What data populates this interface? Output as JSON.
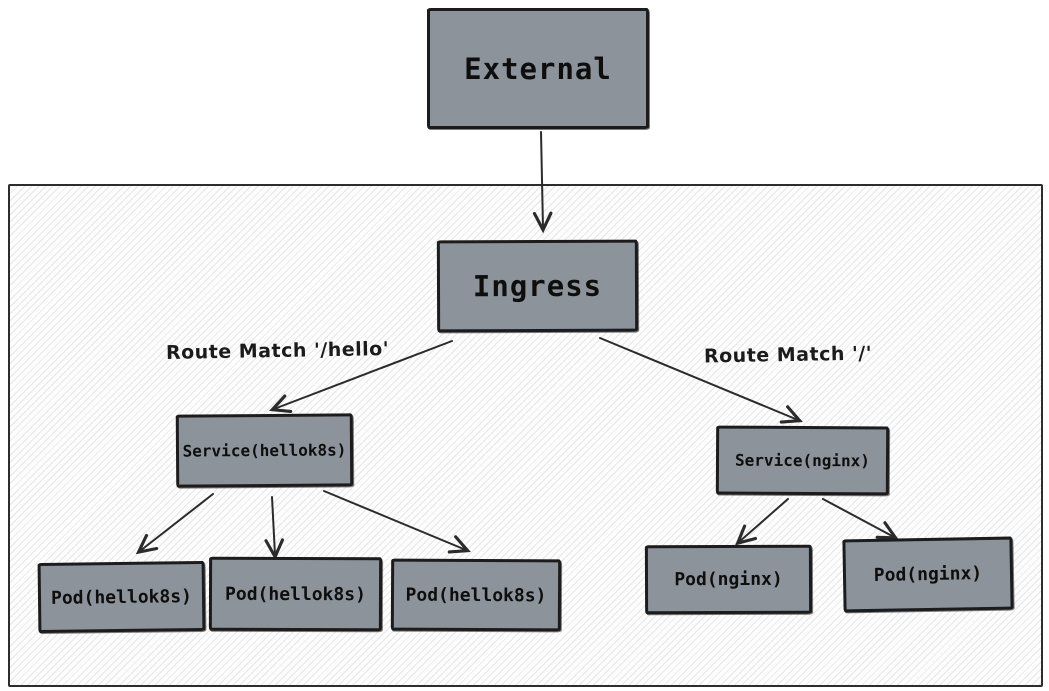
{
  "diagram": {
    "type": "kubernetes-ingress-routing",
    "cluster": {
      "description": "cluster boundary box with diagonal hatch fill"
    },
    "nodes": {
      "external": {
        "label": "External"
      },
      "ingress": {
        "label": "Ingress"
      },
      "service_hellok8s": {
        "label": "Service(hellok8s)"
      },
      "service_nginx": {
        "label": "Service(nginx)"
      },
      "pod_hellok8s_1": {
        "label": "Pod(hellok8s)"
      },
      "pod_hellok8s_2": {
        "label": "Pod(hellok8s)"
      },
      "pod_hellok8s_3": {
        "label": "Pod(hellok8s)"
      },
      "pod_nginx_1": {
        "label": "Pod(nginx)"
      },
      "pod_nginx_2": {
        "label": "Pod(nginx)"
      }
    },
    "edge_labels": {
      "route_hello": "Route Match '/hello'",
      "route_root": "Route Match '/'"
    },
    "edges": [
      {
        "from": "external",
        "to": "ingress",
        "label": ""
      },
      {
        "from": "ingress",
        "to": "service_hellok8s",
        "label": "Route Match '/hello'"
      },
      {
        "from": "ingress",
        "to": "service_nginx",
        "label": "Route Match '/'"
      },
      {
        "from": "service_hellok8s",
        "to": "pod_hellok8s_1",
        "label": ""
      },
      {
        "from": "service_hellok8s",
        "to": "pod_hellok8s_2",
        "label": ""
      },
      {
        "from": "service_hellok8s",
        "to": "pod_hellok8s_3",
        "label": ""
      },
      {
        "from": "service_nginx",
        "to": "pod_nginx_1",
        "label": ""
      },
      {
        "from": "service_nginx",
        "to": "pod_nginx_2",
        "label": ""
      }
    ],
    "colors": {
      "node_fill": "#8c939b",
      "node_border": "#1c1c1c",
      "node_text": "#0e0e0e",
      "arrow": "#2b2b2b",
      "cluster_border": "#2d2d2d",
      "hatch_line": "#dddde2",
      "background": "#ffffff"
    }
  }
}
